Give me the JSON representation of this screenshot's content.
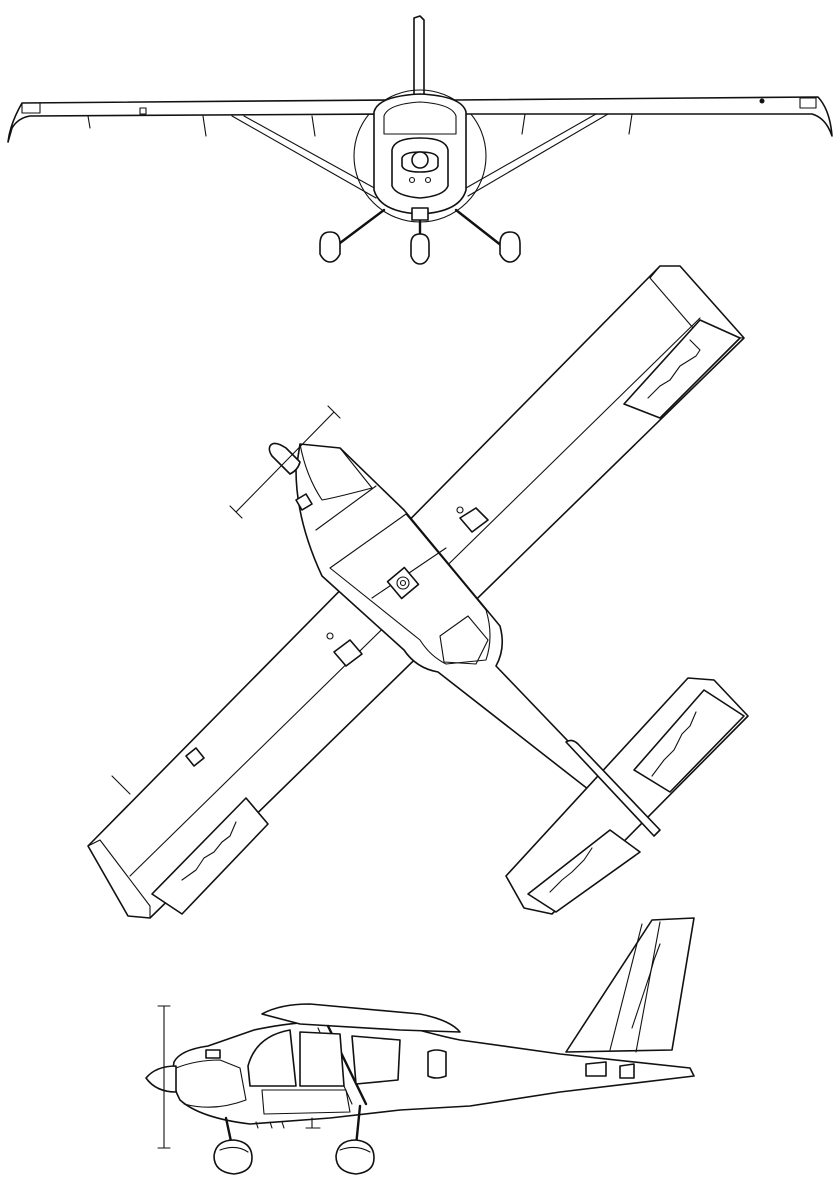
{
  "drawing": {
    "views": [
      {
        "id": "front-view"
      },
      {
        "id": "top-view"
      },
      {
        "id": "side-view"
      }
    ],
    "colors": {
      "line": "#111111",
      "background": "#ffffff"
    }
  }
}
